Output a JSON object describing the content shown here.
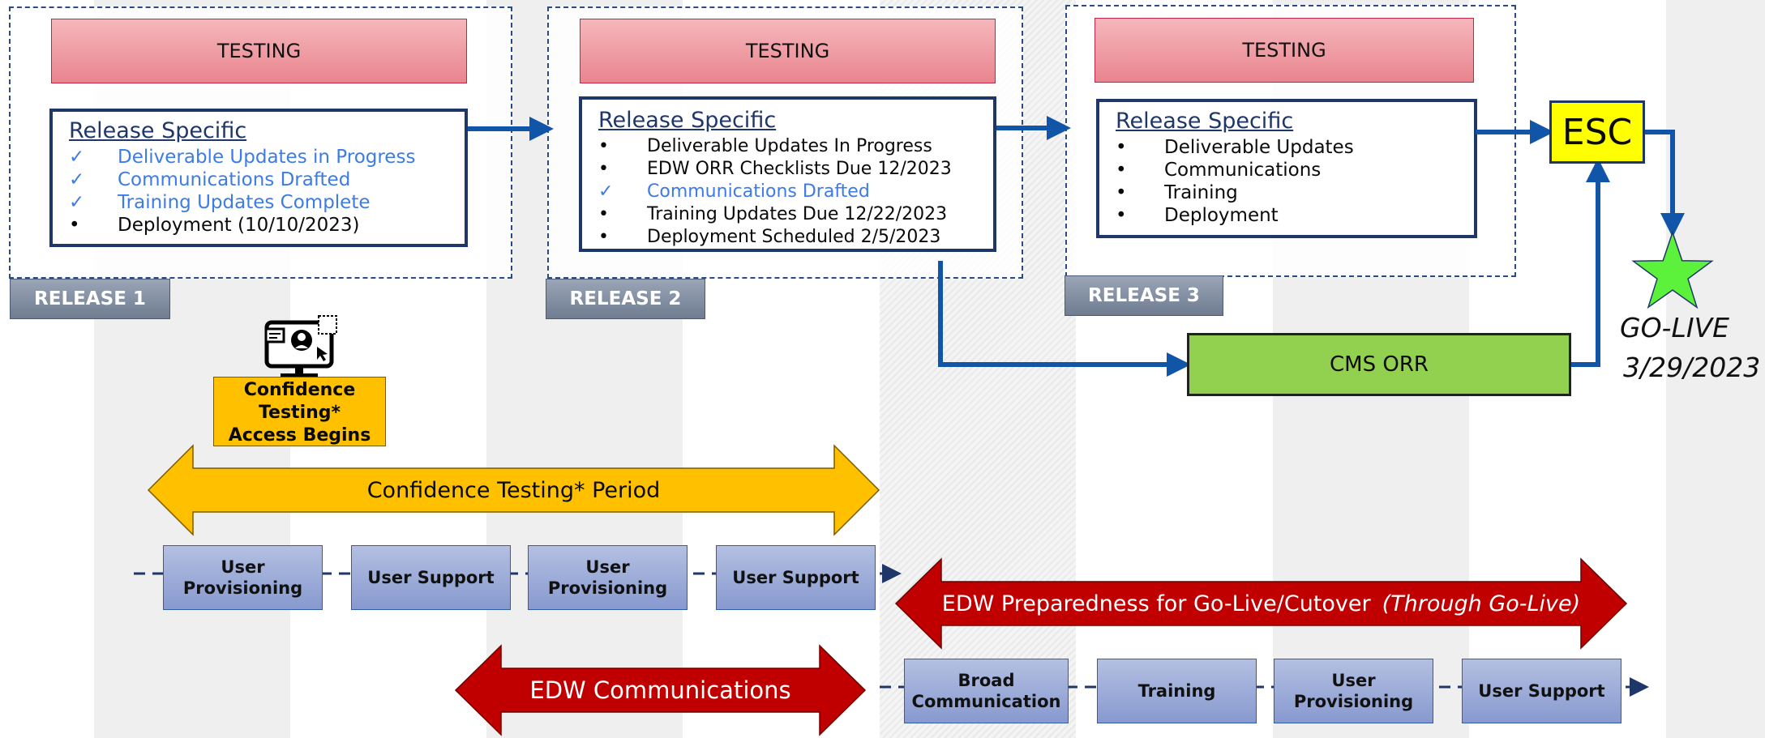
{
  "colors": {
    "testing_fill": "#e9848e",
    "release_border": "#1f3768",
    "done_text": "#3d7be6",
    "connector_blue": "#1055a8",
    "esc_yellow": "#ffff00",
    "cms_green": "#92d050",
    "star_green": "#5cf13a",
    "confidence_orange": "#ffc000",
    "edw_red": "#c00000",
    "task_blue": "#8799cf",
    "tag_gray": "#7b869a"
  },
  "releases": [
    {
      "testing_label": "TESTING",
      "title": "Release Specific",
      "tag": "RELEASE 1",
      "items": [
        {
          "marker": "✓",
          "text": "Deliverable Updates in Progress",
          "done": true
        },
        {
          "marker": "✓",
          "text": "Communications Drafted",
          "done": true
        },
        {
          "marker": "✓",
          "text": "Training Updates Complete",
          "done": true
        },
        {
          "marker": "•",
          "text": "Deployment (10/10/2023)",
          "done": false
        }
      ]
    },
    {
      "testing_label": "TESTING",
      "title": "Release Specific",
      "tag": "RELEASE 2",
      "items": [
        {
          "marker": "•",
          "text": "Deliverable Updates In Progress",
          "done": false
        },
        {
          "marker": "•",
          "text": "EDW ORR Checklists Due 12/2023",
          "done": false
        },
        {
          "marker": "✓",
          "text": "Communications Drafted",
          "done": true
        },
        {
          "marker": "•",
          "text": "Training Updates Due 12/22/2023",
          "done": false
        },
        {
          "marker": "•",
          "text": "Deployment Scheduled 2/5/2023",
          "done": false
        }
      ]
    },
    {
      "testing_label": "TESTING",
      "title": "Release Specific",
      "tag": "RELEASE 3",
      "items": [
        {
          "marker": "•",
          "text": "Deliverable Updates",
          "done": false
        },
        {
          "marker": "•",
          "text": "Communications",
          "done": false
        },
        {
          "marker": "•",
          "text": "Training",
          "done": false
        },
        {
          "marker": "•",
          "text": "Deployment",
          "done": false
        }
      ]
    }
  ],
  "esc": {
    "label": "ESC"
  },
  "cms_orr": {
    "label": "CMS ORR"
  },
  "go_live": {
    "label": "GO-LIVE",
    "date": "3/29/2023"
  },
  "confidence_icon": {
    "icon": "monitor-user-icon"
  },
  "confidence_box": {
    "lines": [
      "Confidence",
      "Testing*",
      "Access Begins"
    ]
  },
  "confidence_period": {
    "label": "Confidence Testing* Period"
  },
  "edw_preparedness": {
    "label": "EDW Preparedness for Go-Live/Cutover",
    "note": "(Through Go-Live)"
  },
  "edw_communications": {
    "label": "EDW Communications"
  },
  "track1_tasks": [
    {
      "lines": [
        "User",
        "Provisioning"
      ]
    },
    {
      "lines": [
        "User Support"
      ]
    },
    {
      "lines": [
        "User",
        "Provisioning"
      ]
    },
    {
      "lines": [
        "User Support"
      ]
    }
  ],
  "track2_tasks": [
    {
      "lines": [
        "Broad",
        "Communication"
      ]
    },
    {
      "lines": [
        "Training"
      ]
    },
    {
      "lines": [
        "User",
        "Provisioning"
      ]
    },
    {
      "lines": [
        "User Support"
      ]
    }
  ]
}
